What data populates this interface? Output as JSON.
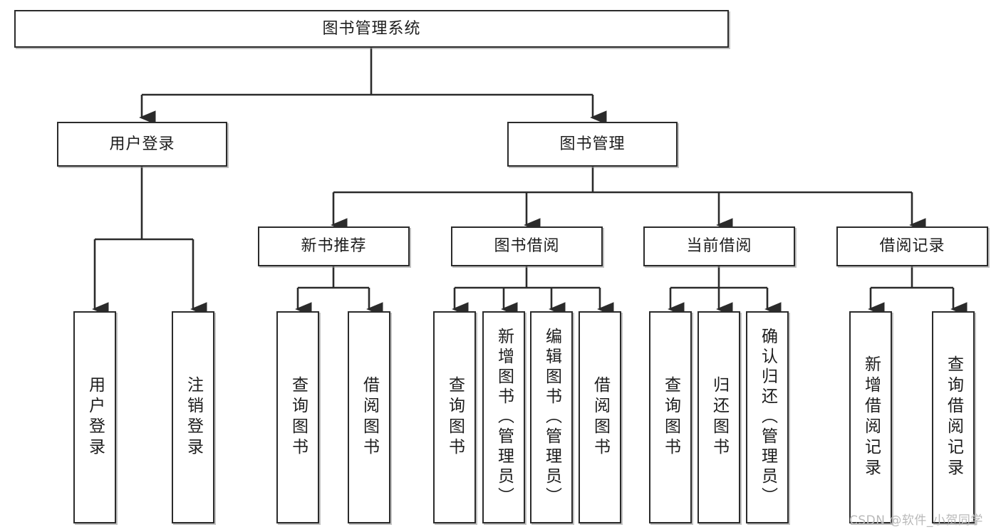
{
  "diagram": {
    "title": "图书管理系统",
    "type": "tree-hierarchy-chart",
    "orientation": "top-down",
    "line_color": "#2b2b2b",
    "box_fill": "#ffffff",
    "box_border": "#2b2b2b"
  },
  "nodes": {
    "root": {
      "label": "图书管理系统"
    },
    "level2": [
      {
        "label": "用户登录"
      },
      {
        "label": "图书管理"
      }
    ],
    "level3": [
      {
        "label": "新书推荐"
      },
      {
        "label": "图书借阅"
      },
      {
        "label": "当前借阅"
      },
      {
        "label": "借阅记录"
      }
    ],
    "leaves_user_login": [
      {
        "label": "用户登录"
      },
      {
        "label": "注销登录"
      }
    ],
    "leaves_new_book": [
      {
        "label": "查询图书"
      },
      {
        "label": "借阅图书"
      }
    ],
    "leaves_borrow": [
      {
        "label": "查询图书"
      },
      {
        "label": "新增图书（管理员）"
      },
      {
        "label": "编辑图书（管理员）"
      },
      {
        "label": "借阅图书"
      }
    ],
    "leaves_current": [
      {
        "label": "查询图书"
      },
      {
        "label": "归还图书"
      },
      {
        "label": "确认归还（管理员）"
      }
    ],
    "leaves_records": [
      {
        "label": "新增借阅记录"
      },
      {
        "label": "查询借阅记录"
      }
    ]
  },
  "watermark": {
    "text": "CSDN @软件_小贺同学"
  }
}
